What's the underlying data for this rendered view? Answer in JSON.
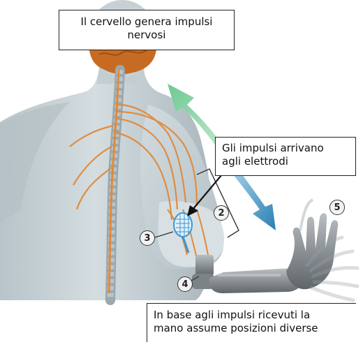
{
  "callouts": {
    "brain": {
      "line1": "Il cervello genera impulsi",
      "line2": "nervosi"
    },
    "electrodes": {
      "line1": "Gli impulsi arrivano",
      "line2": "agli elettrodi"
    },
    "hand": {
      "line1": "In base agli impulsi ricevuti la",
      "line2": "mano assume posizioni diverse"
    }
  },
  "markers": [
    "2",
    "3",
    "4",
    "5"
  ],
  "colors": {
    "skin": "#c9d3d7",
    "skin_shadow": "#9eacb2",
    "nerve": "#e08a3a",
    "brain": "#c86b22",
    "prosthesis": "#8e9396",
    "electrode": "#5aa9dc",
    "arrow_green": "#7ccf9c",
    "arrow_blue": "#2f86b8"
  }
}
